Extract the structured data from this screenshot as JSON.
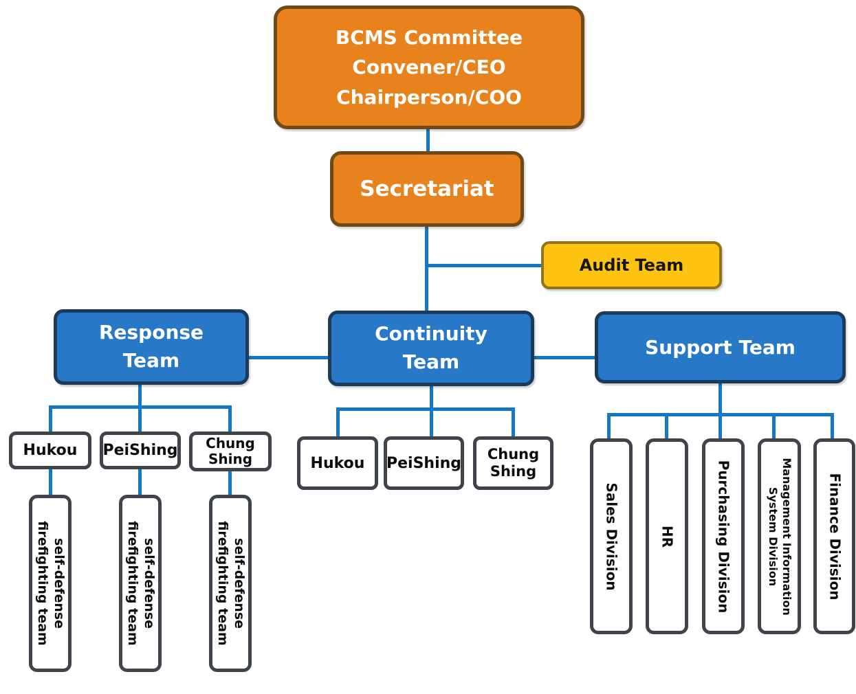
{
  "colors": {
    "orange_fill": "#E8821C",
    "orange_border": "#6F4A16",
    "yellow_fill": "#FFC411",
    "yellow_border": "#8F7418",
    "blue_fill": "#2878C8",
    "blue_border": "#1B3A5C",
    "white_fill": "#FFFFFF",
    "gray_border": "#3E444A",
    "connector": "#1478C4",
    "text_light": "#FFFFFF",
    "text_dark": "#0C0C0C"
  },
  "nodes": {
    "bcms": "BCMS Committee\nConvener/CEO\nChairperson/COO",
    "secretariat": "Secretariat",
    "audit": "Audit Team",
    "response": "Response\nTeam",
    "continuity": "Continuity\nTeam",
    "support": "Support Team",
    "response_children": [
      "Hukou",
      "PeiShing",
      "Chung\nShing"
    ],
    "firefighting": [
      "self-defense\nfirefighting team",
      "self-defense\nfirefighting team",
      "self-defense\nfirefighting team"
    ],
    "continuity_children": [
      "Hukou",
      "PeiShing",
      "Chung\nShing"
    ],
    "support_children": [
      "Sales Division",
      "HR",
      "Purchasing Division",
      "Management Information\nSystem Division",
      "Finance Division"
    ]
  }
}
